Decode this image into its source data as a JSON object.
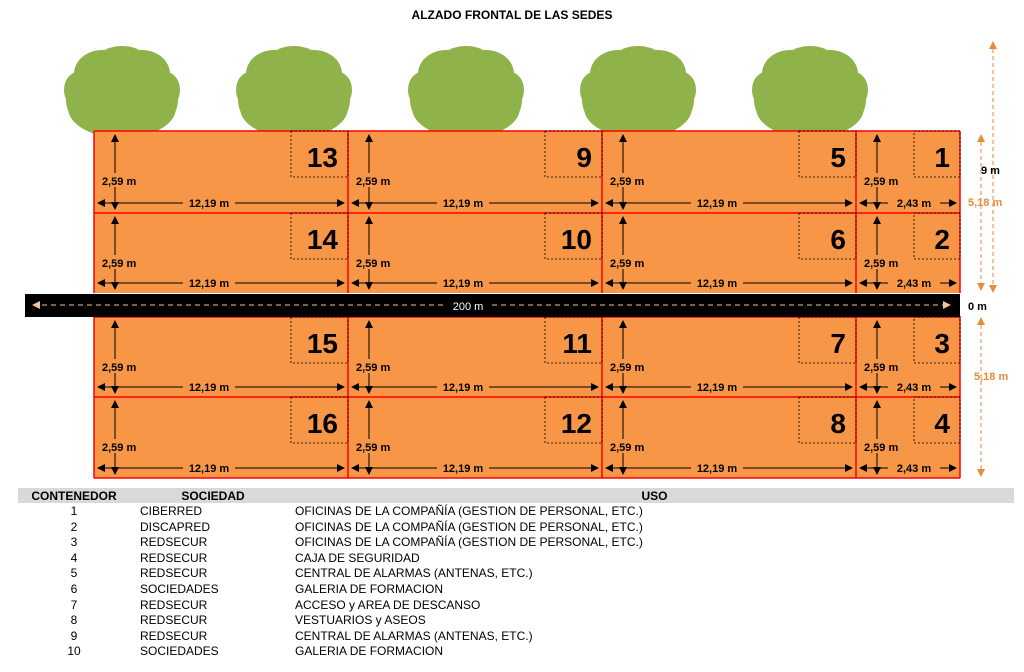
{
  "title": "ALZADO FRONTAL DE LAS SEDES",
  "colors": {
    "container_fill": "#f79646",
    "container_border": "#ff0000",
    "tree": "#8fb24a",
    "road": "#000000",
    "dim_orange": "#e68a3c",
    "table_header": "#d9d9d9"
  },
  "road": {
    "length_label": "200 m"
  },
  "dimensions": {
    "container_height": "2,59 m",
    "long_container_width": "12,19 m",
    "short_container_width": "2,43 m",
    "total_height": "9 m",
    "level_height": "5,18 m",
    "ground_level": "0 m"
  },
  "grid": {
    "rows": [
      [
        "13",
        "9",
        "5",
        "1"
      ],
      [
        "14",
        "10",
        "6",
        "2"
      ],
      [
        "15",
        "11",
        "7",
        "3"
      ],
      [
        "16",
        "12",
        "8",
        "4"
      ]
    ]
  },
  "table": {
    "headers": {
      "container": "CONTENEDOR",
      "society": "SOCIEDAD",
      "use": "USO"
    },
    "rows": [
      {
        "container": "1",
        "society": "CIBERRED",
        "use": "OFICINAS DE LA COMPAÑÍA (GESTION DE PERSONAL, ETC.)"
      },
      {
        "container": "2",
        "society": "DISCAPRED",
        "use": "OFICINAS DE LA COMPAÑÍA (GESTION DE PERSONAL, ETC.)"
      },
      {
        "container": "3",
        "society": "REDSECUR",
        "use": "OFICINAS DE LA COMPAÑÍA (GESTION DE PERSONAL, ETC.)"
      },
      {
        "container": "4",
        "society": "REDSECUR",
        "use": "CAJA DE SEGURIDAD"
      },
      {
        "container": "5",
        "society": "REDSECUR",
        "use": "CENTRAL DE ALARMAS (ANTENAS, ETC.)"
      },
      {
        "container": "6",
        "society": "SOCIEDADES",
        "use": "GALERIA DE FORMACION"
      },
      {
        "container": "7",
        "society": "REDSECUR",
        "use": "ACCESO y AREA DE DESCANSO"
      },
      {
        "container": "8",
        "society": "REDSECUR",
        "use": "VESTUARIOS y ASEOS"
      },
      {
        "container": "9",
        "society": "REDSECUR",
        "use": "CENTRAL DE ALARMAS (ANTENAS, ETC.)"
      },
      {
        "container": "10",
        "society": "SOCIEDADES",
        "use": "GALERIA DE FORMACION"
      }
    ]
  }
}
